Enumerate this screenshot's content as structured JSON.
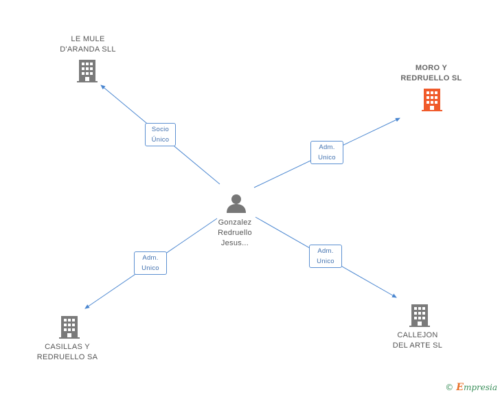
{
  "nodes": {
    "center": {
      "lines": [
        "Gonzalez",
        "Redruello",
        "Jesus..."
      ]
    },
    "le_mule": {
      "lines": [
        "LE MULE",
        "D'ARANDA SLL"
      ]
    },
    "moro": {
      "lines": [
        "MORO Y",
        "REDRUELLO SL"
      ]
    },
    "casillas": {
      "lines": [
        "CASILLAS Y",
        "REDRUELLO SA"
      ]
    },
    "callejon": {
      "lines": [
        "CALLEJON",
        "DEL ARTE SL"
      ]
    }
  },
  "edges": {
    "le_mule": {
      "lines": [
        "Socio",
        "Único"
      ]
    },
    "moro": {
      "lines": [
        "Adm.",
        "Unico"
      ]
    },
    "casillas": {
      "lines": [
        "Adm.",
        "Unico"
      ]
    },
    "callejon": {
      "lines": [
        "Adm.",
        "Unico"
      ]
    }
  },
  "footer": {
    "copyright": "©",
    "brand_initial": "E",
    "brand_rest": "mpresia"
  },
  "colors": {
    "edge": "#4a86d0",
    "building": "#7a7a7a",
    "building_highlight": "#f05a2a",
    "person": "#777777"
  }
}
